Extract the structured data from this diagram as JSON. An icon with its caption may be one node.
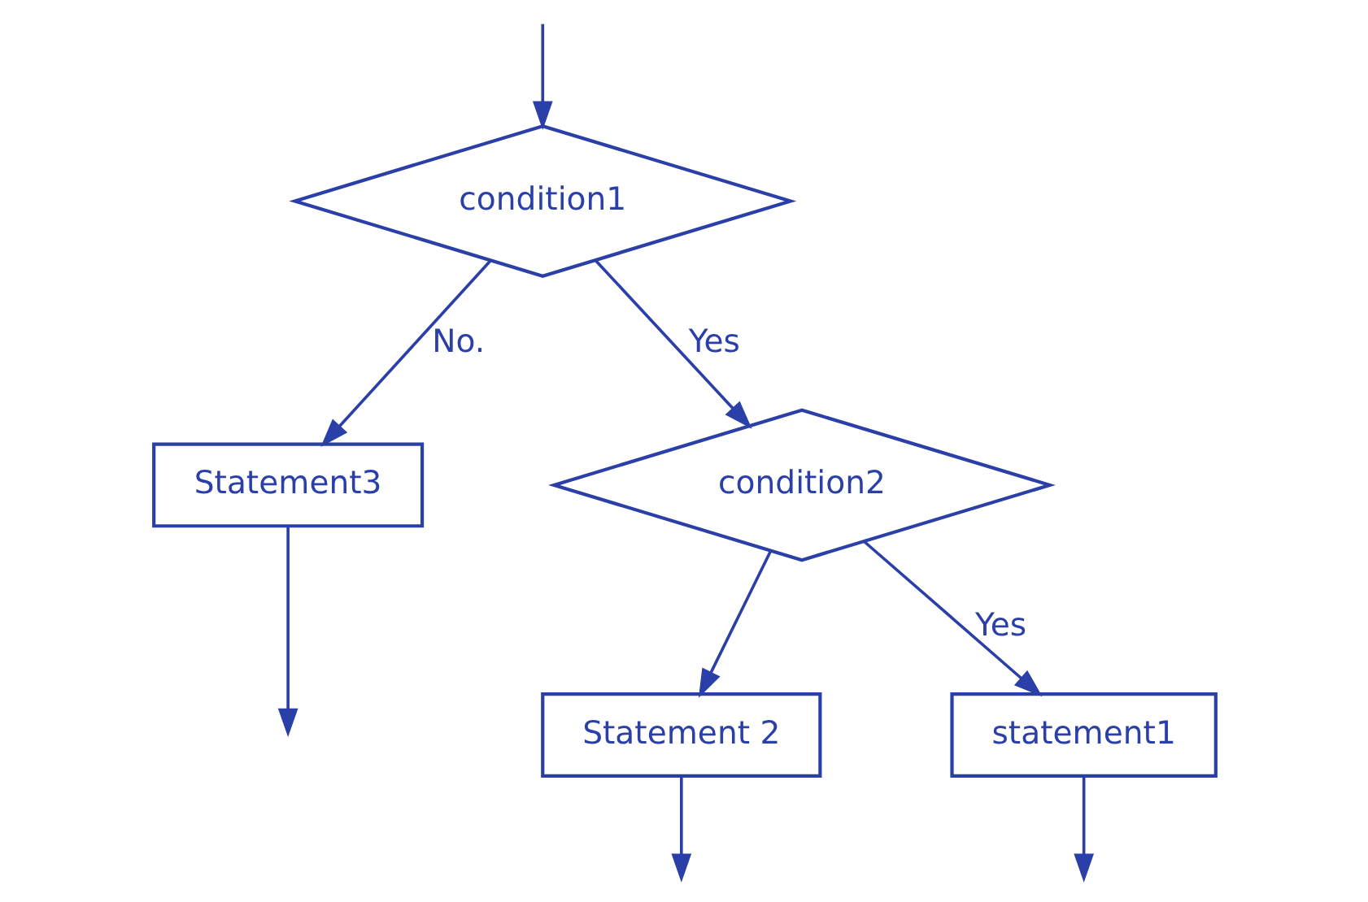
{
  "diagram": {
    "nodes": [
      {
        "text": [
          "condition1"
        ]
      },
      {
        "text": [
          "Statement3"
        ]
      },
      {
        "text": [
          "condition2"
        ]
      },
      {
        "text": [
          "Statement 2"
        ]
      },
      {
        "text": [
          "statement1"
        ]
      }
    ],
    "edges": [
      {
        "from": null,
        "to": 0,
        "arrow": "to"
      },
      {
        "from": 0,
        "to": 1,
        "arrow": "to",
        "label": "No."
      },
      {
        "from": 0,
        "to": 2,
        "arrow": "to",
        "label": "Yes"
      },
      {
        "from": 2,
        "to": 3,
        "arrow": "to"
      },
      {
        "from": 2,
        "to": 4,
        "arrow": "to",
        "label": "Yes"
      },
      {
        "from": 1,
        "to": null,
        "arrow": "to"
      },
      {
        "from": 3,
        "to": null,
        "arrow": "to"
      },
      {
        "from": 4,
        "to": null,
        "arrow": "to"
      }
    ]
  }
}
